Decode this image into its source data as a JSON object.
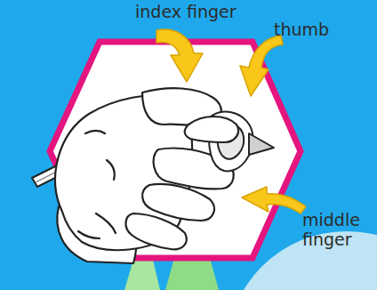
{
  "diagram": {
    "labels": [
      "index finger",
      "thumb",
      "middle finger"
    ]
  }
}
